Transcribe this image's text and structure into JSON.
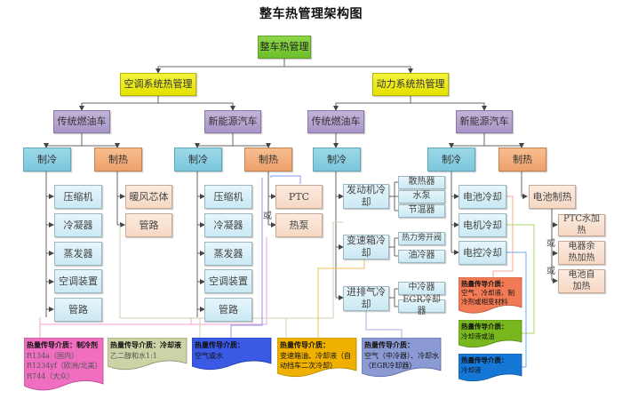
{
  "title": "整车热管理架构图",
  "root": "整车热管理",
  "systems": {
    "ac": "空调系统热管理",
    "power": "动力系统热管理"
  },
  "ac": {
    "traditional": {
      "label": "传统燃油车",
      "cooling": {
        "label": "制冷",
        "items": [
          "压缩机",
          "冷凝器",
          "蒸发器",
          "空调装置",
          "管路"
        ]
      },
      "heating": {
        "label": "制热",
        "items": [
          "暖风芯体",
          "管路"
        ]
      }
    },
    "nev": {
      "label": "新能源汽车",
      "cooling": {
        "label": "制冷",
        "items": [
          "压缩机",
          "冷凝器",
          "蒸发器",
          "空调装置",
          "管路"
        ]
      },
      "heating": {
        "label": "制热",
        "items": [
          "PTC",
          "热泵"
        ],
        "or": "或"
      }
    }
  },
  "power": {
    "traditional": {
      "label": "传统燃油车",
      "cooling": {
        "label": "制冷",
        "groups": [
          {
            "label": "发动机冷却",
            "items": [
              "散热器",
              "水泵",
              "节温器"
            ]
          },
          {
            "label": "变速箱冷却",
            "items": [
              "热力旁开阀",
              "油冷器"
            ]
          },
          {
            "label": "进排气冷却",
            "items": [
              "中冷器",
              "EGR冷却器"
            ]
          }
        ]
      }
    },
    "nev": {
      "label": "新能源汽车",
      "cooling": {
        "label": "制冷",
        "items": [
          "电池冷却",
          "电机冷却",
          "电控冷却"
        ]
      },
      "heating": {
        "label": "制热",
        "battery_heating": "电池制热",
        "items": [
          "PTC水加热",
          "电器余热加热",
          "电池自加热"
        ],
        "or": "或"
      }
    }
  },
  "media": [
    {
      "header": "热量传导介质：制冷剂",
      "lines": [
        "R134a（国内）",
        "R1234yf（欧洲/北美）",
        "R744（大众）"
      ],
      "color": "#f06ec0"
    },
    {
      "header": "热量传导介质：冷却液",
      "lines": [
        "乙二醇和水1:1"
      ],
      "color": "#cdd3a6"
    },
    {
      "header": "热量传导介质：",
      "lines": [
        "空气或水"
      ],
      "color": "#3a5ae6"
    },
    {
      "header": "热量传导介质：",
      "lines": [
        "变速箱油、冷却液（自动挡车二次冷却）"
      ],
      "color": "#f0b000"
    },
    {
      "header": "热量传导介质：",
      "lines": [
        "空气（中冷器）、冷却水（EGR冷却器）"
      ],
      "color": "#8c9ad4"
    },
    {
      "header": "热量传导介质：",
      "lines": [
        "空气、冷却液、制冷剂或相变材料"
      ],
      "color": "#f27a55"
    },
    {
      "header": "热量传导介质：",
      "lines": [
        "冷却液或油"
      ],
      "color": "#78b81e"
    },
    {
      "header": "热量传导介质：",
      "lines": [
        "冷却液"
      ],
      "color": "#1577d6"
    }
  ],
  "colors": {
    "tree_line": "#555555",
    "refrigerant_line": "#f0a0d0",
    "coolant_line": "#cfd2b0",
    "air_line": "#8899ee",
    "oil_line": "#f5c05a",
    "intake_line": "#aab0dd",
    "battery_line": "#f5a79a",
    "motor_line": "#a8d86a",
    "ctrl_line": "#6aa8e8"
  }
}
